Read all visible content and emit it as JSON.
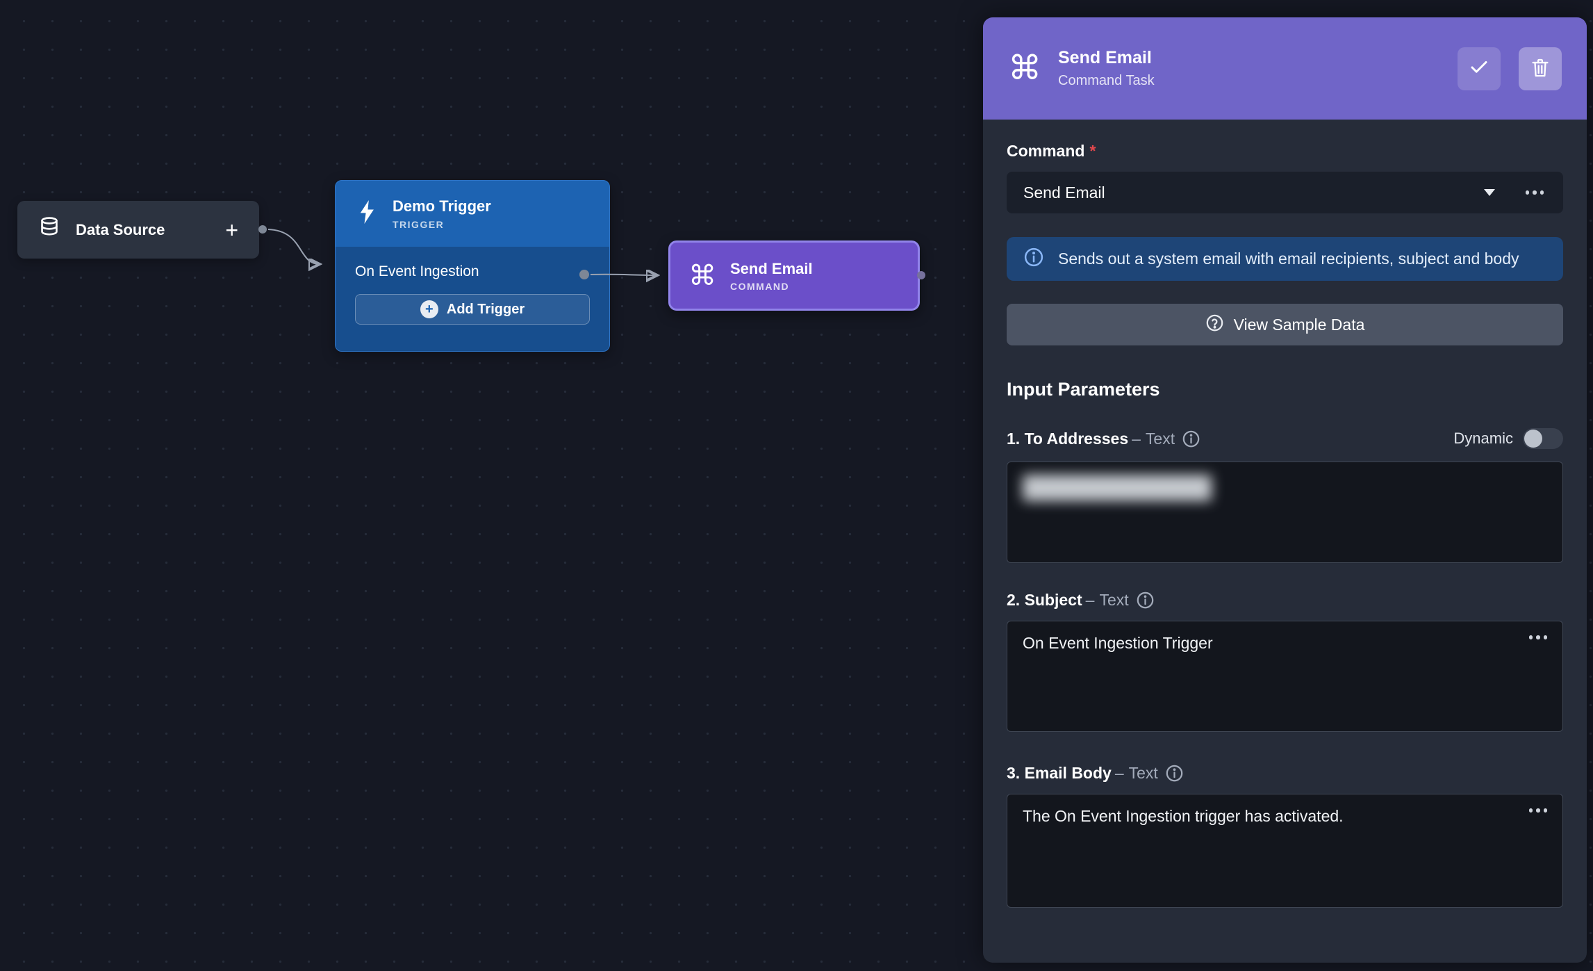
{
  "canvas": {
    "data_source_node": {
      "label": "Data Source",
      "add_button": "+"
    },
    "trigger_node": {
      "title": "Demo Trigger",
      "type_label": "TRIGGER",
      "trigger_item": "On Event Ingestion",
      "add_trigger_label": "Add Trigger"
    },
    "command_node": {
      "title": "Send Email",
      "type_label": "COMMAND"
    }
  },
  "panel": {
    "header": {
      "title": "Send Email",
      "subtitle": "Command Task"
    },
    "command_field": {
      "label": "Command",
      "required": "*",
      "value": "Send Email"
    },
    "info_text": "Sends out a system email with email recipients, subject and body",
    "sample_data_label": "View Sample Data",
    "params_heading": "Input Parameters",
    "params": [
      {
        "label": "1. To Addresses",
        "sep": "–",
        "type": "Text",
        "toggle_label": "Dynamic",
        "toggle_state": "off",
        "value_redacted": true
      },
      {
        "label": "2. Subject",
        "sep": "–",
        "type": "Text",
        "value": "On Event Ingestion Trigger"
      },
      {
        "label": "3. Email Body",
        "sep": "–",
        "type": "Text",
        "value": "The On Event Ingestion trigger has activated."
      }
    ]
  },
  "colors": {
    "header_purple": "#7065c8",
    "command_node_purple": "#6b4fc9",
    "trigger_node_blue": "#1d63b2",
    "info_box_blue": "#1e4577",
    "required_red": "#e5484d",
    "canvas_bg": "#151823"
  }
}
